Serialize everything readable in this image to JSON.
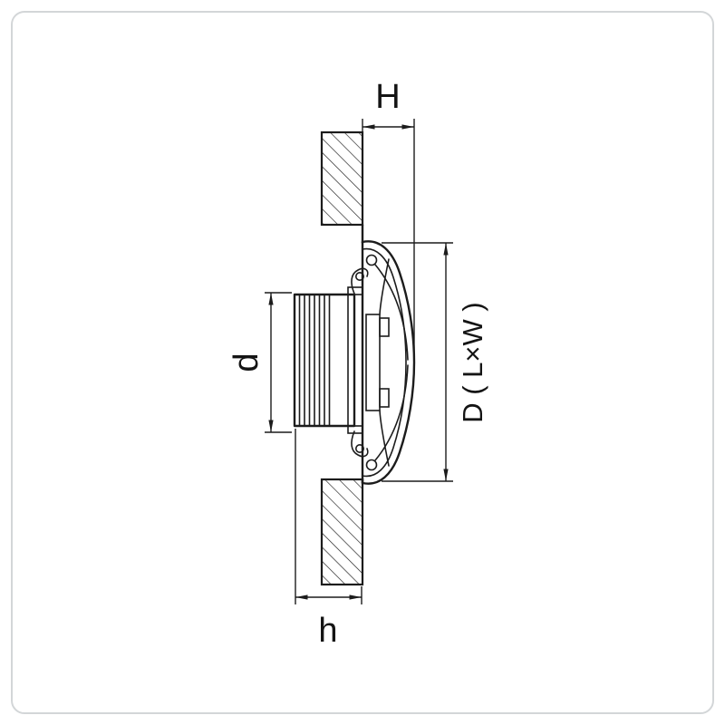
{
  "labels": {
    "protrusion_height": "H",
    "overall_diameter": "D ( L×W )",
    "cutout_diameter": "d",
    "recess_depth": "h"
  },
  "colors": {
    "line": "#1c1c1c",
    "frame_border": "#d3d6d8",
    "background": "#ffffff"
  }
}
